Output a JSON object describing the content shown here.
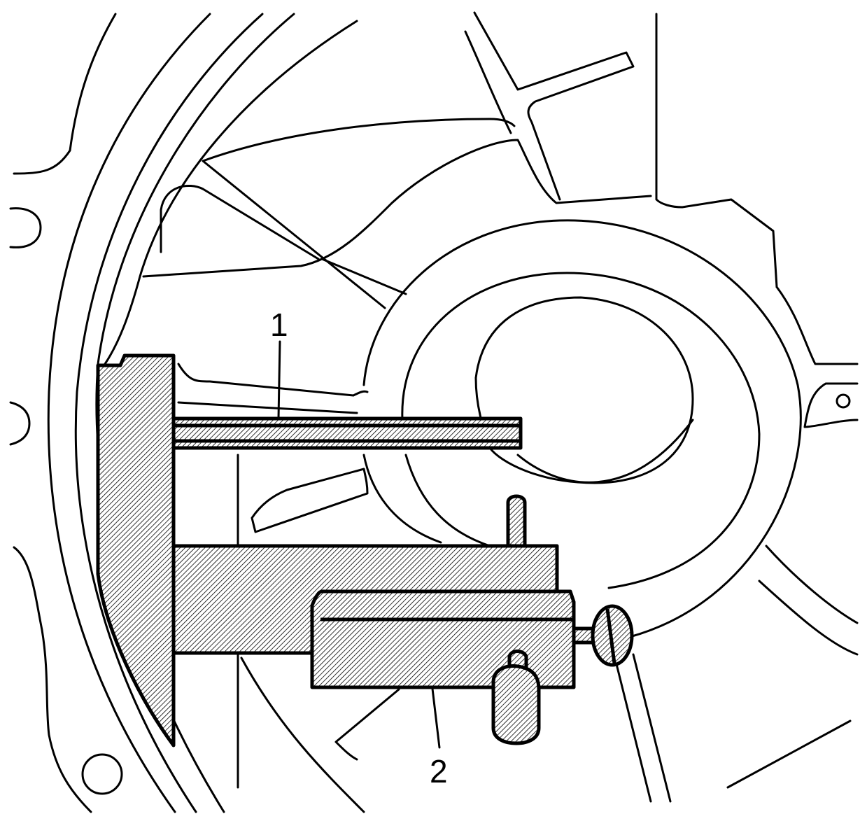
{
  "diagram": {
    "callouts": [
      {
        "id": "1",
        "label": "1"
      },
      {
        "id": "2",
        "label": "2"
      }
    ],
    "colors": {
      "ink": "#000000",
      "paper": "#ffffff",
      "hatch_fill": "#d9d9d9"
    }
  }
}
